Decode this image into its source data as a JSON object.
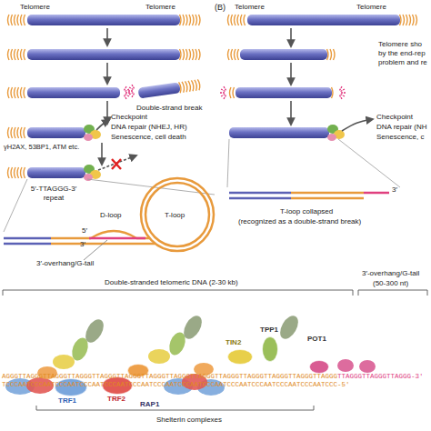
{
  "diagram": {
    "nodes": [
      {
        "text": [
          "TRF1"
        ]
      },
      {
        "text": [
          "TRF2"
        ]
      },
      {
        "text": [
          "RAP1"
        ]
      },
      {
        "text": [
          "TIN2"
        ]
      },
      {
        "text": [
          "TPP1"
        ]
      },
      {
        "text": [
          "POT1"
        ]
      }
    ],
    "labels": [
      "Telomere",
      "Telomere",
      "(B)",
      "Telomere",
      "Telomere",
      "Double-strand break",
      "Checkpoint",
      "DNA repair (NHEJ, HR)",
      "Senescence, cell death",
      "γH2AX, 53BP1, ATM etc.",
      "5′-TTAGGG-3′ repeat",
      "D-loop",
      "T-loop",
      "5′",
      "3′",
      "3′-overhang/G-tail",
      "Telomere sho by the end-rep problem and re",
      "Checkpoint",
      "DNA repair (NH",
      "Senescence, c",
      "3′",
      "T-loop collapsed",
      "(recognized as a double-strand break)",
      "Double-stranded telomeric DNA (2-30 kb)",
      "3′-overhang/G-tail",
      "(50-300 nt)",
      "AGGGTTAGGGTTAGGGTTAGGGTTAGGGTTAGGGTTAGGGTTAGGGTTAGGGTTAGGGTTAGGGTTAGGGTTAGGGTTAGGG",
      "TTAGGGTTAGGGTTAGGG-3′",
      "TCCCAATCCCAATCCCAATCCCAATCCCAATCCCAATCCCAATCCCAATCCCAATCCCAATCCCAATCCCAATCCCAATCCC-5′",
      "Shelterin complexes"
    ]
  }
}
